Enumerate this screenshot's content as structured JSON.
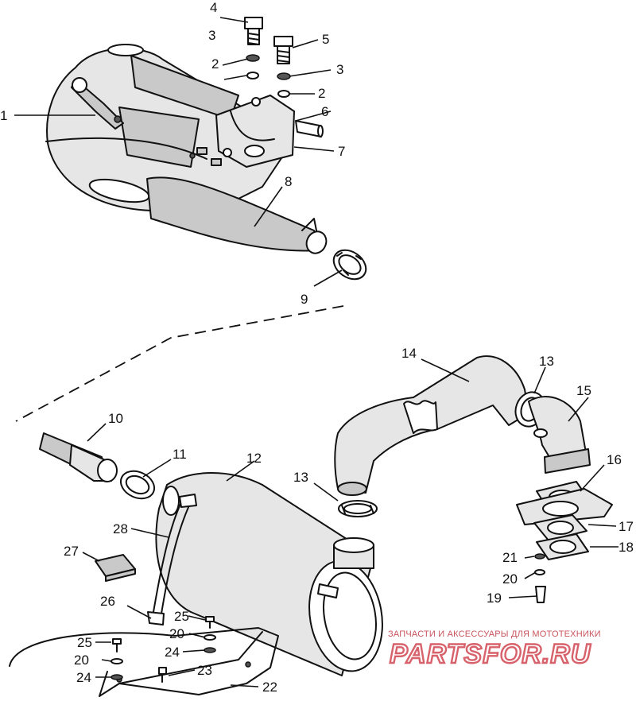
{
  "callouts": [
    {
      "id": "c1",
      "label": "1"
    },
    {
      "id": "c2a",
      "label": "2"
    },
    {
      "id": "c2b",
      "label": "2"
    },
    {
      "id": "c3a",
      "label": "3"
    },
    {
      "id": "c3b",
      "label": "3"
    },
    {
      "id": "c4",
      "label": "4"
    },
    {
      "id": "c5",
      "label": "5"
    },
    {
      "id": "c6",
      "label": "6"
    },
    {
      "id": "c7",
      "label": "7"
    },
    {
      "id": "c8",
      "label": "8"
    },
    {
      "id": "c9",
      "label": "9"
    },
    {
      "id": "c10",
      "label": "10"
    },
    {
      "id": "c11",
      "label": "11"
    },
    {
      "id": "c12",
      "label": "12"
    },
    {
      "id": "c13a",
      "label": "13"
    },
    {
      "id": "c13b",
      "label": "13"
    },
    {
      "id": "c14",
      "label": "14"
    },
    {
      "id": "c15",
      "label": "15"
    },
    {
      "id": "c16",
      "label": "16"
    },
    {
      "id": "c17",
      "label": "17"
    },
    {
      "id": "c18",
      "label": "18"
    },
    {
      "id": "c19",
      "label": "19"
    },
    {
      "id": "c20a",
      "label": "20"
    },
    {
      "id": "c20b",
      "label": "20"
    },
    {
      "id": "c20c",
      "label": "20"
    },
    {
      "id": "c21",
      "label": "21"
    },
    {
      "id": "c22",
      "label": "22"
    },
    {
      "id": "c23",
      "label": "23"
    },
    {
      "id": "c24a",
      "label": "24"
    },
    {
      "id": "c24b",
      "label": "24"
    },
    {
      "id": "c25a",
      "label": "25"
    },
    {
      "id": "c25b",
      "label": "25"
    },
    {
      "id": "c26",
      "label": "26"
    },
    {
      "id": "c27",
      "label": "27"
    },
    {
      "id": "c28",
      "label": "28"
    }
  ],
  "watermark": {
    "tagline": "ЗАПЧАСТИ И АКСЕССУАРЫ ДЛЯ МОТОТЕХНИКИ",
    "brand": "PARTSFOR.RU",
    "color": "#d8626b"
  }
}
